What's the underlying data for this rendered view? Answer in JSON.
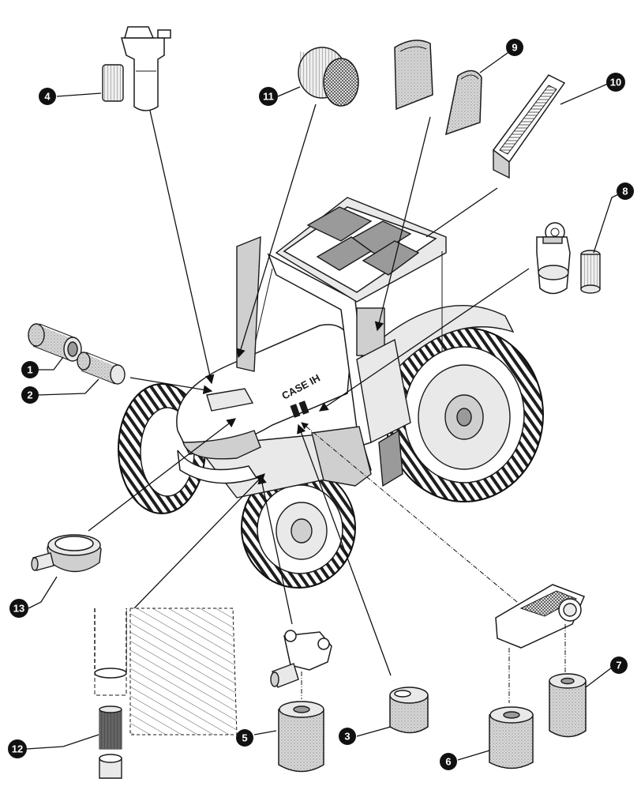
{
  "diagram": {
    "callouts": [
      {
        "id": "callout-1",
        "label": "1"
      },
      {
        "id": "callout-2",
        "label": "2"
      },
      {
        "id": "callout-3",
        "label": "3"
      },
      {
        "id": "callout-4",
        "label": "4"
      },
      {
        "id": "callout-5",
        "label": "5"
      },
      {
        "id": "callout-6",
        "label": "6"
      },
      {
        "id": "callout-7",
        "label": "7"
      },
      {
        "id": "callout-8",
        "label": "8"
      },
      {
        "id": "callout-9",
        "label": "9"
      },
      {
        "id": "callout-10",
        "label": "10"
      },
      {
        "id": "callout-11",
        "label": "11"
      },
      {
        "id": "callout-12",
        "label": "12"
      },
      {
        "id": "callout-13",
        "label": "13"
      }
    ],
    "tractor_brand": "CASE IH"
  }
}
